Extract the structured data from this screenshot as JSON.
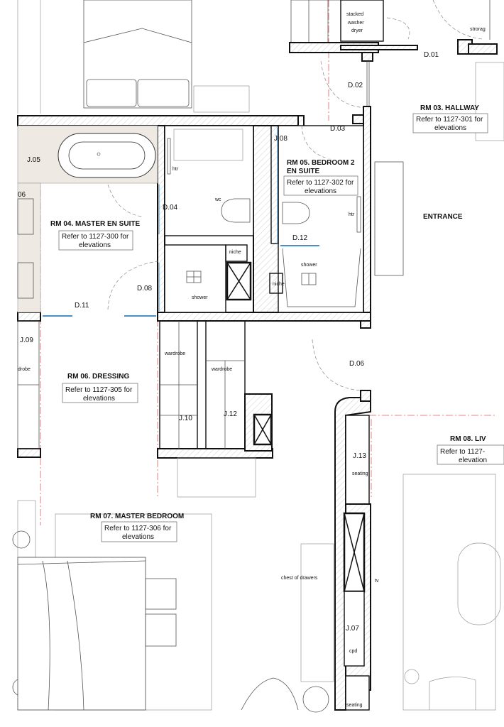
{
  "colors": {
    "wall_line": "#111111",
    "axis_line": "#e06060",
    "bath_zone": "#efe9e4"
  },
  "rooms": [
    {
      "title": "RM 03. HALLWAY",
      "ref": [
        "Refer to 1127-301 for",
        "elevations"
      ]
    },
    {
      "title": "RM 04. MASTER EN SUITE",
      "ref": [
        "Refer to 1127-300 for",
        "elevations"
      ]
    },
    {
      "title": [
        "RM 05. BEDROOM 2",
        "EN SUITE"
      ],
      "ref": [
        "Refer to 1127-302 for",
        "elevations"
      ]
    },
    {
      "title": "RM 06. DRESSING",
      "ref": [
        "Refer to 1127-305 for",
        "elevations"
      ]
    },
    {
      "title": "RM 07. MASTER BEDROOM",
      "ref": [
        "Refer to 1127-306 for",
        "elevations"
      ]
    },
    {
      "title": "RM 08. LIV",
      "ref": [
        "Refer to 1127-",
        "elevation"
      ]
    }
  ],
  "area_labels": {
    "entrance": "ENTRANCE"
  },
  "doors": [
    "D.01",
    "D.02",
    "D.03",
    "D.04",
    "D.06",
    "D.08",
    "D.11",
    "D.12"
  ],
  "joinery": [
    "J.05",
    "06",
    "J.08",
    "J.09",
    "J.10",
    "J.12",
    "J.13",
    "J.07"
  ],
  "fixtures": {
    "washer_dryer_top": "stacked",
    "washer": "washer",
    "dryer": "dryer",
    "storage": "strorag",
    "htr": "htr",
    "wc": "wc",
    "niche": "niche",
    "shower": "shower",
    "wardrobe": "wardrobe",
    "wardrobe_partial": "drobe",
    "seating": "seating",
    "chest_of_drawers": "chest of drawers",
    "tv": "tv",
    "cpd": "cpd"
  }
}
